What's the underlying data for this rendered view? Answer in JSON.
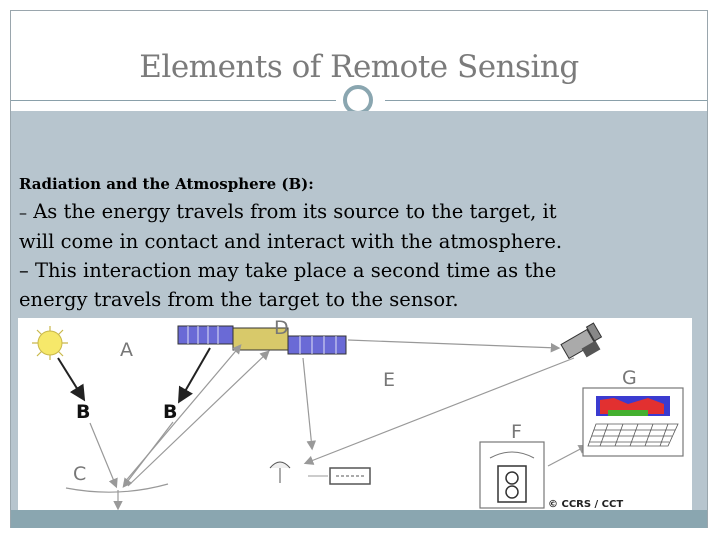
{
  "slide": {
    "title": "Elements of Remote Sensing",
    "subheading": "Radiation and the Atmosphere (B):",
    "paragraph_lines": [
      {
        "dash": "–",
        "text": "As the energy travels from its source to the target, it"
      },
      {
        "dash": "",
        "text": "will come in contact and interact with the atmosphere."
      },
      {
        "dash": "–",
        "text": "This interaction may take place a second time as the"
      },
      {
        "dash": "",
        "text": "energy travels from the target to the sensor."
      }
    ]
  },
  "diagram": {
    "labels": {
      "a": "A",
      "b1": "B",
      "b2": "B",
      "c": "C",
      "d": "D",
      "e": "E",
      "f": "F",
      "g": "G"
    },
    "copyright": "© CCRS / CCT",
    "colors": {
      "sun": "#f6e86a",
      "arrow": "#222222",
      "light_arrow": "#999999",
      "satellite_panels": "#6a6ad6",
      "image_top": "#3b3bd0",
      "image_red": "#e23030",
      "image_green": "#44b030"
    }
  }
}
